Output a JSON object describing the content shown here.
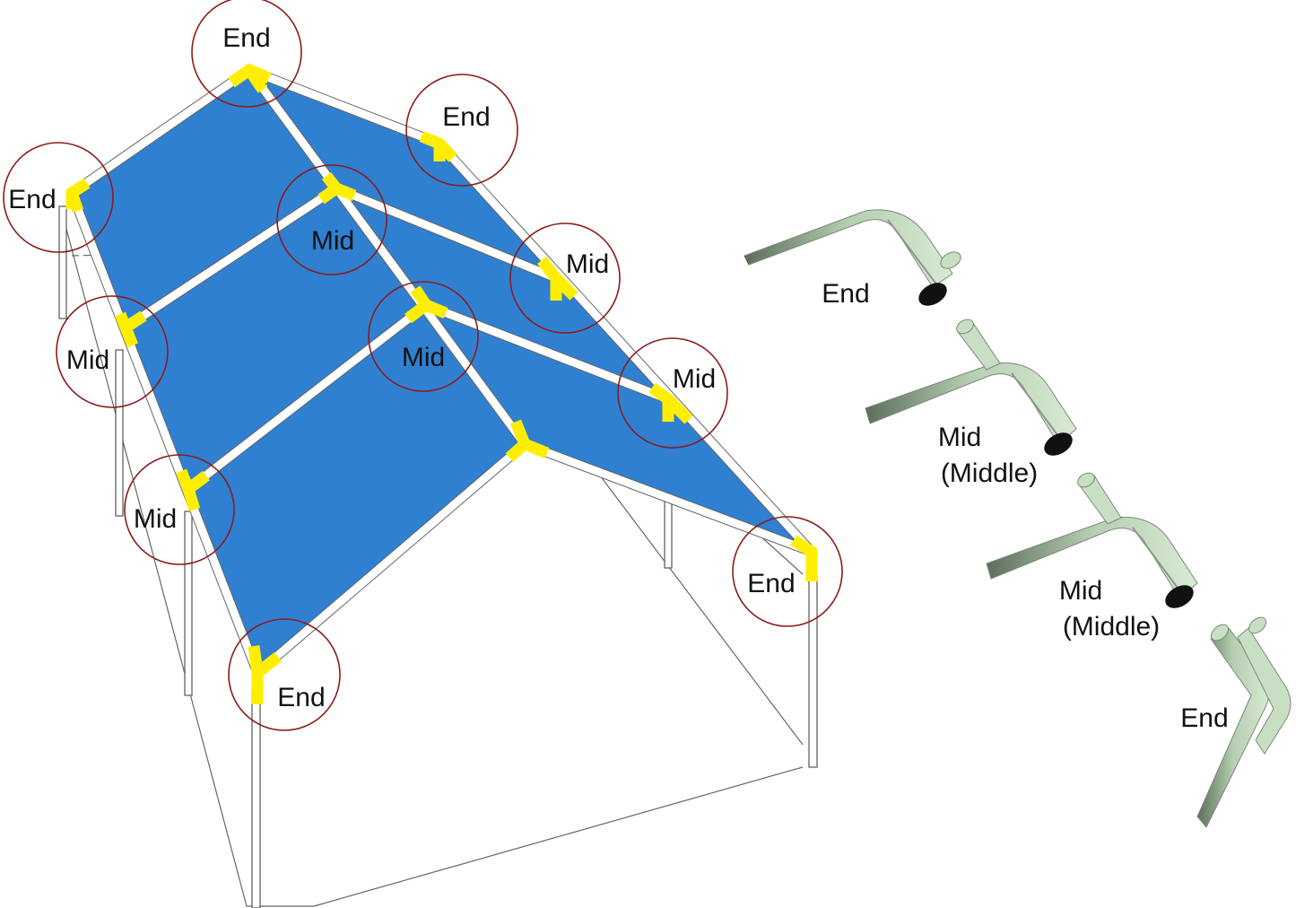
{
  "colors": {
    "canopy": "#2f80d1",
    "frame": "#ffffff",
    "fitting": "#ffee00",
    "ring": "#8b1c1c",
    "fitting_3d": "#c8dfc3"
  },
  "frame_labels": [
    {
      "id": "top-end",
      "text": "End"
    },
    {
      "id": "right-end-top",
      "text": "End"
    },
    {
      "id": "left-end-top",
      "text": "End"
    },
    {
      "id": "ridge-mid-1",
      "text": "Mid"
    },
    {
      "id": "right-mid-1",
      "text": "Mid"
    },
    {
      "id": "left-mid-1",
      "text": "Mid"
    },
    {
      "id": "ridge-mid-2",
      "text": "Mid"
    },
    {
      "id": "right-mid-2",
      "text": "Mid"
    },
    {
      "id": "left-mid-2",
      "text": "Mid"
    },
    {
      "id": "right-end-bottom",
      "text": "End"
    },
    {
      "id": "bottom-end",
      "text": "End"
    }
  ],
  "fitting_labels": [
    {
      "id": "fitting-end-1",
      "lines": [
        "End"
      ]
    },
    {
      "id": "fitting-mid-1",
      "lines": [
        "Mid",
        "(Middle)"
      ]
    },
    {
      "id": "fitting-mid-2",
      "lines": [
        "Mid",
        "(Middle)"
      ]
    },
    {
      "id": "fitting-end-2",
      "lines": [
        "End"
      ]
    }
  ]
}
